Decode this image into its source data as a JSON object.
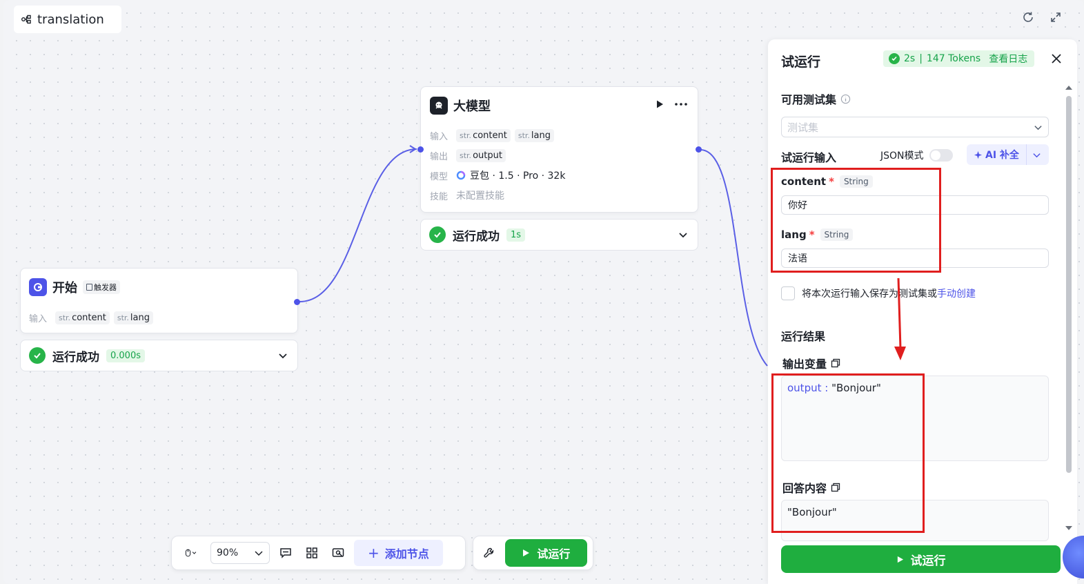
{
  "app": {
    "title": "translation"
  },
  "colors": {
    "accent": "#4d53e8",
    "success": "#1fae3f",
    "annotation": "#e01e1e"
  },
  "start_node": {
    "title": "开始",
    "badge": "触发器",
    "input_label": "输入",
    "inputs": [
      {
        "type": "str.",
        "name": "content"
      },
      {
        "type": "str.",
        "name": "lang"
      }
    ],
    "status": "运行成功",
    "time": "0.000s"
  },
  "llm_node": {
    "title": "大模型",
    "input_label": "输入",
    "inputs": [
      {
        "type": "str.",
        "name": "content"
      },
      {
        "type": "str.",
        "name": "lang"
      }
    ],
    "output_label": "输出",
    "outputs": [
      {
        "type": "str.",
        "name": "output"
      }
    ],
    "model_label": "模型",
    "model_value": "豆包 · 1.5 · Pro · 32k",
    "skill_label": "技能",
    "skill_value": "未配置技能",
    "status": "运行成功",
    "time": "1s"
  },
  "toolbar": {
    "zoom": "90%",
    "add_node": "添加节点",
    "run": "试运行"
  },
  "panel": {
    "title": "试运行",
    "stats": {
      "time": "2s",
      "tokens": "147 Tokens",
      "view_log": "查看日志"
    },
    "testset_label": "可用测试集",
    "testset_placeholder": "测试集",
    "input_label": "试运行输入",
    "json_mode": "JSON模式",
    "ai_fill": "AI 补全",
    "fields": [
      {
        "name": "content",
        "type": "String",
        "value": "你好"
      },
      {
        "name": "lang",
        "type": "String",
        "value": "法语"
      }
    ],
    "save_text": "将本次运行输入保存为测试集或",
    "save_link": "手动创建",
    "result_label": "运行结果",
    "output_var_label": "输出变量",
    "output_key": "output :",
    "output_value": "\"Bonjour\"",
    "answer_label": "回答内容",
    "answer_value": "\"Bonjour\"",
    "run_button": "试运行"
  }
}
